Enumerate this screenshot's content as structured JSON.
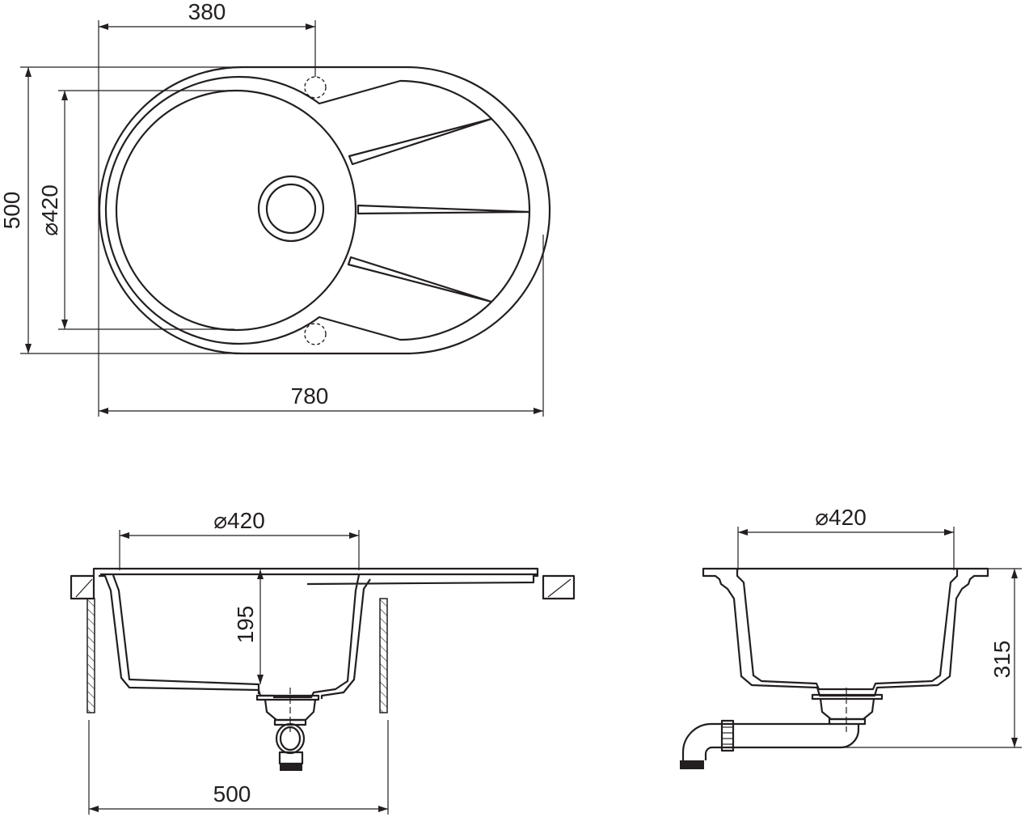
{
  "top_view": {
    "dim_bowl_offset": "380",
    "dim_depth": "500",
    "dim_bowl_diameter": "⌀420",
    "dim_width": "780"
  },
  "front_section": {
    "dim_bowl_diameter": "⌀420",
    "dim_bowl_depth": "195",
    "dim_cabinet_width": "500"
  },
  "side_section": {
    "dim_bowl_diameter": "⌀420",
    "dim_total_depth": "315"
  },
  "colors": {
    "line": "#231f20",
    "background": "#ffffff"
  }
}
